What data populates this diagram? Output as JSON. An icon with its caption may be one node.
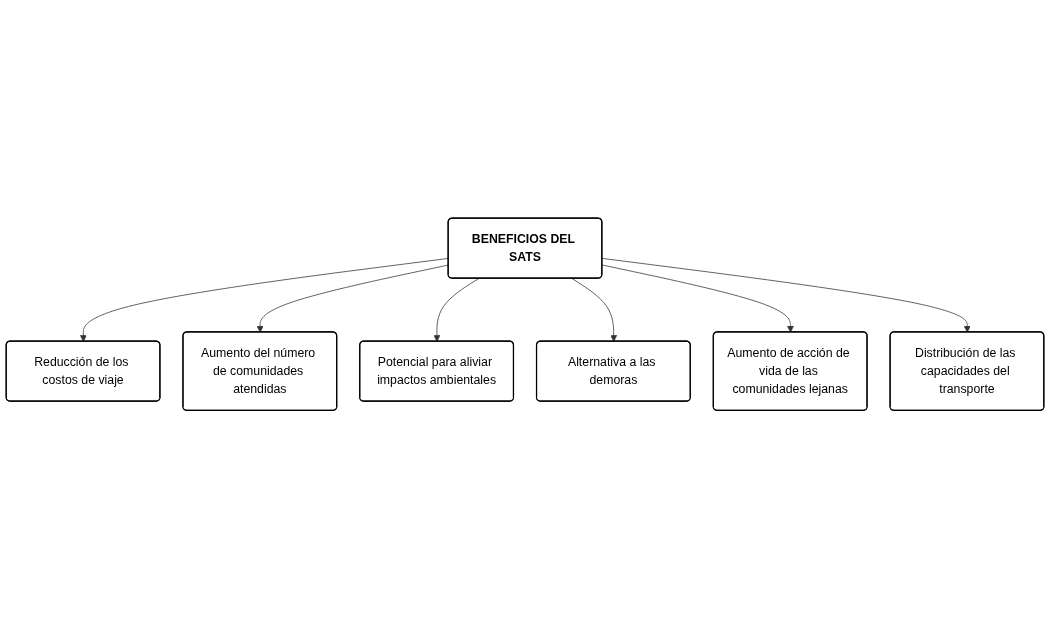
{
  "diagram": {
    "nodes": [
      {
        "text": [
          "Reducción de los costos de viaje"
        ]
      },
      {
        "text": [
          "Aumento del número de comunidades atendidas"
        ]
      },
      {
        "text": [
          "Potencial para aliviar impactos ambientales"
        ]
      },
      {
        "text": [
          "Alternativa a las demoras"
        ]
      },
      {
        "text": [
          "BENEFICIOS DEL SATS"
        ]
      },
      {
        "text": [
          "Aumento de acción de vida de las comunidades lejanas"
        ]
      },
      {
        "text": [
          "Distribución de las capacidades del transporte"
        ]
      }
    ],
    "edges": [
      {
        "from": 4,
        "to": 0,
        "arrow": "to"
      },
      {
        "from": 4,
        "to": 1,
        "arrow": "to"
      },
      {
        "from": 4,
        "to": 2,
        "arrow": "to"
      },
      {
        "from": 4,
        "to": 3,
        "arrow": "to"
      },
      {
        "from": 4,
        "to": 5,
        "arrow": "to"
      },
      {
        "from": 4,
        "to": 6,
        "arrow": "to"
      }
    ]
  }
}
